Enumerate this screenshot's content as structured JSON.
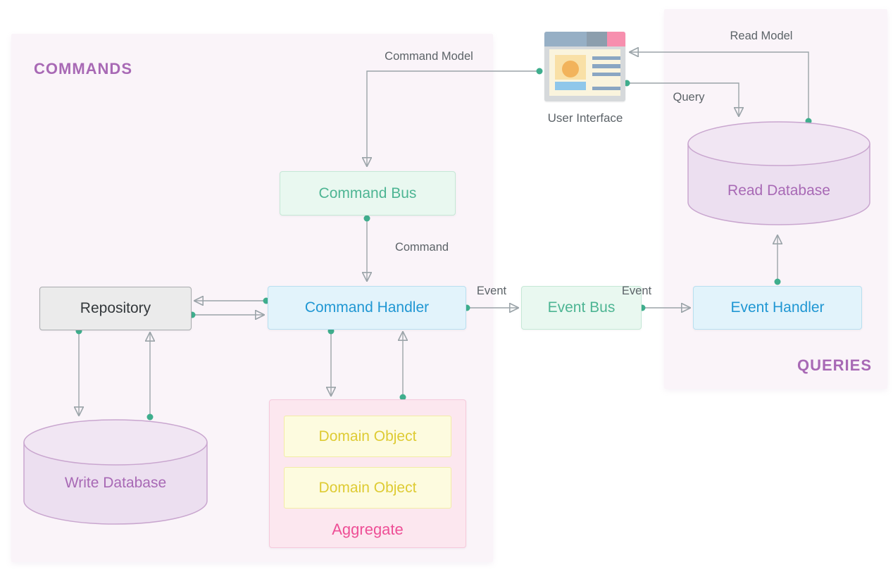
{
  "panels": {
    "commands_label": "COMMANDS",
    "queries_label": "QUERIES"
  },
  "nodes": {
    "user_interface": "User Interface",
    "command_bus": "Command Bus",
    "command_handler": "Command Handler",
    "repository": "Repository",
    "write_database": "Write Database",
    "read_database": "Read Database",
    "event_bus": "Event Bus",
    "event_handler": "Event Handler",
    "aggregate": "Aggregate",
    "domain_object_1": "Domain Object",
    "domain_object_2": "Domain Object"
  },
  "edge_labels": {
    "command_model": "Command Model",
    "command": "Command",
    "event_handler_to_bus": "Event",
    "event_bus_to_handler": "Event",
    "query": "Query",
    "read_model": "Read Model"
  },
  "colors": {
    "panel_bg": "#faf4f9",
    "heading_purple": "#a869b5",
    "green_text": "#4db593",
    "blue_text": "#2097d3",
    "pink_text": "#ee4f96",
    "yellow_text": "#decb33",
    "db_purple": "#a869b5",
    "accent_green": "#3fae8d",
    "wire_gray": "#9ba4a9"
  }
}
